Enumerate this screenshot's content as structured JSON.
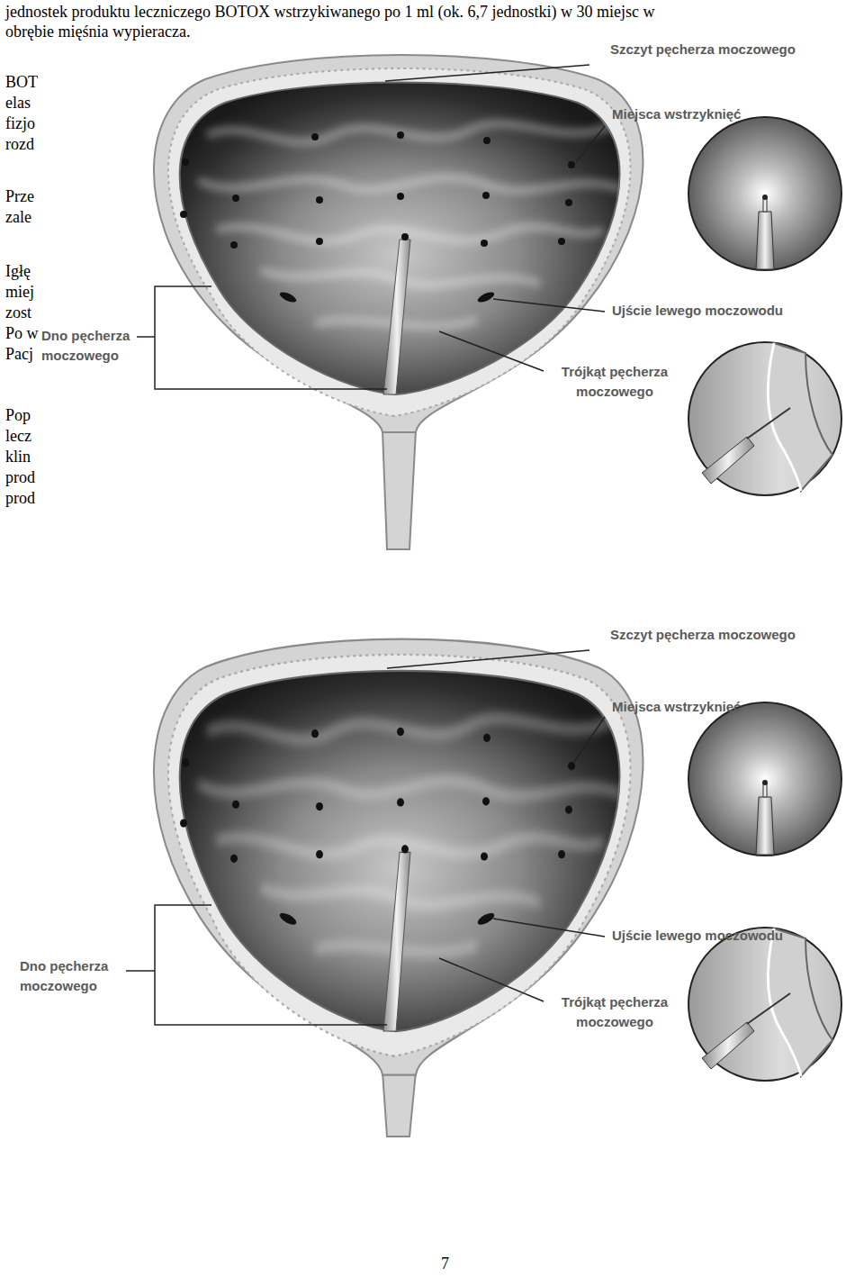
{
  "diagram": {
    "labels": [
      "jednostek produktu leczniczego BOTOX wstrzykiwanego po 1 ml (ok. 6,7 jednostki) w 30 miejsc w",
      "obrębie mięśnia wypieracza.",
      "BOT",
      "elas",
      "fizjo",
      "rozd",
      "Prze",
      "zale",
      "Igłę",
      "miej",
      "zost",
      "Po w",
      "Pacj",
      "Pop",
      "lecz",
      "klin",
      "prod",
      "prod",
      "Szczyt pęcherza moczowego",
      "Miejsca wstrzyknięć",
      "Ujście lewego moczowodu",
      "Trójkąt pęcherza moczowego",
      "Dno pęcherza moczowego",
      "Szczyt pęcherza moczowego",
      "Miejsca wstrzyknięć",
      "Ujście lewego moczowodu",
      "Trójkąt pęcherza moczowego",
      "Dno pęcherza moczowego",
      "7"
    ]
  }
}
